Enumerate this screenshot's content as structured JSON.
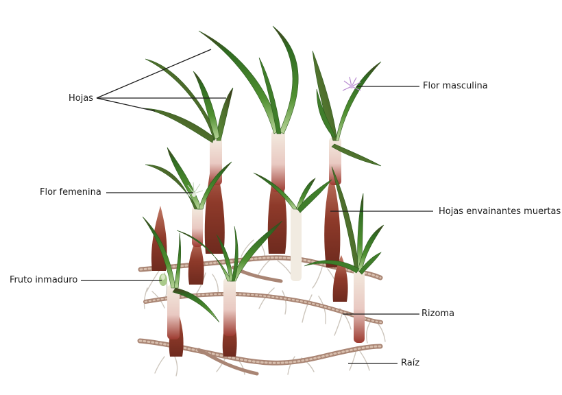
{
  "labels": {
    "hojas": "Hojas",
    "flor_masculina": "Flor masculina",
    "flor_femenina": "Flor femenina",
    "hojas_envainantes_muertas": "Hojas envainantes muertas",
    "fruto_inmaduro": "Fruto inmaduro",
    "rizoma": "Rizoma",
    "raiz": "Raíz"
  },
  "colors": {
    "leaf_green": "#3f7d2a",
    "leaf_dark": "#4a3a1e",
    "sheath_red": "#8e3a2a",
    "stem_pale": "#efe3d3",
    "rhizome": "#b08a78",
    "root": "#cfc8c0",
    "flower": "#c9a6d8",
    "line": "#1a1a1a"
  }
}
